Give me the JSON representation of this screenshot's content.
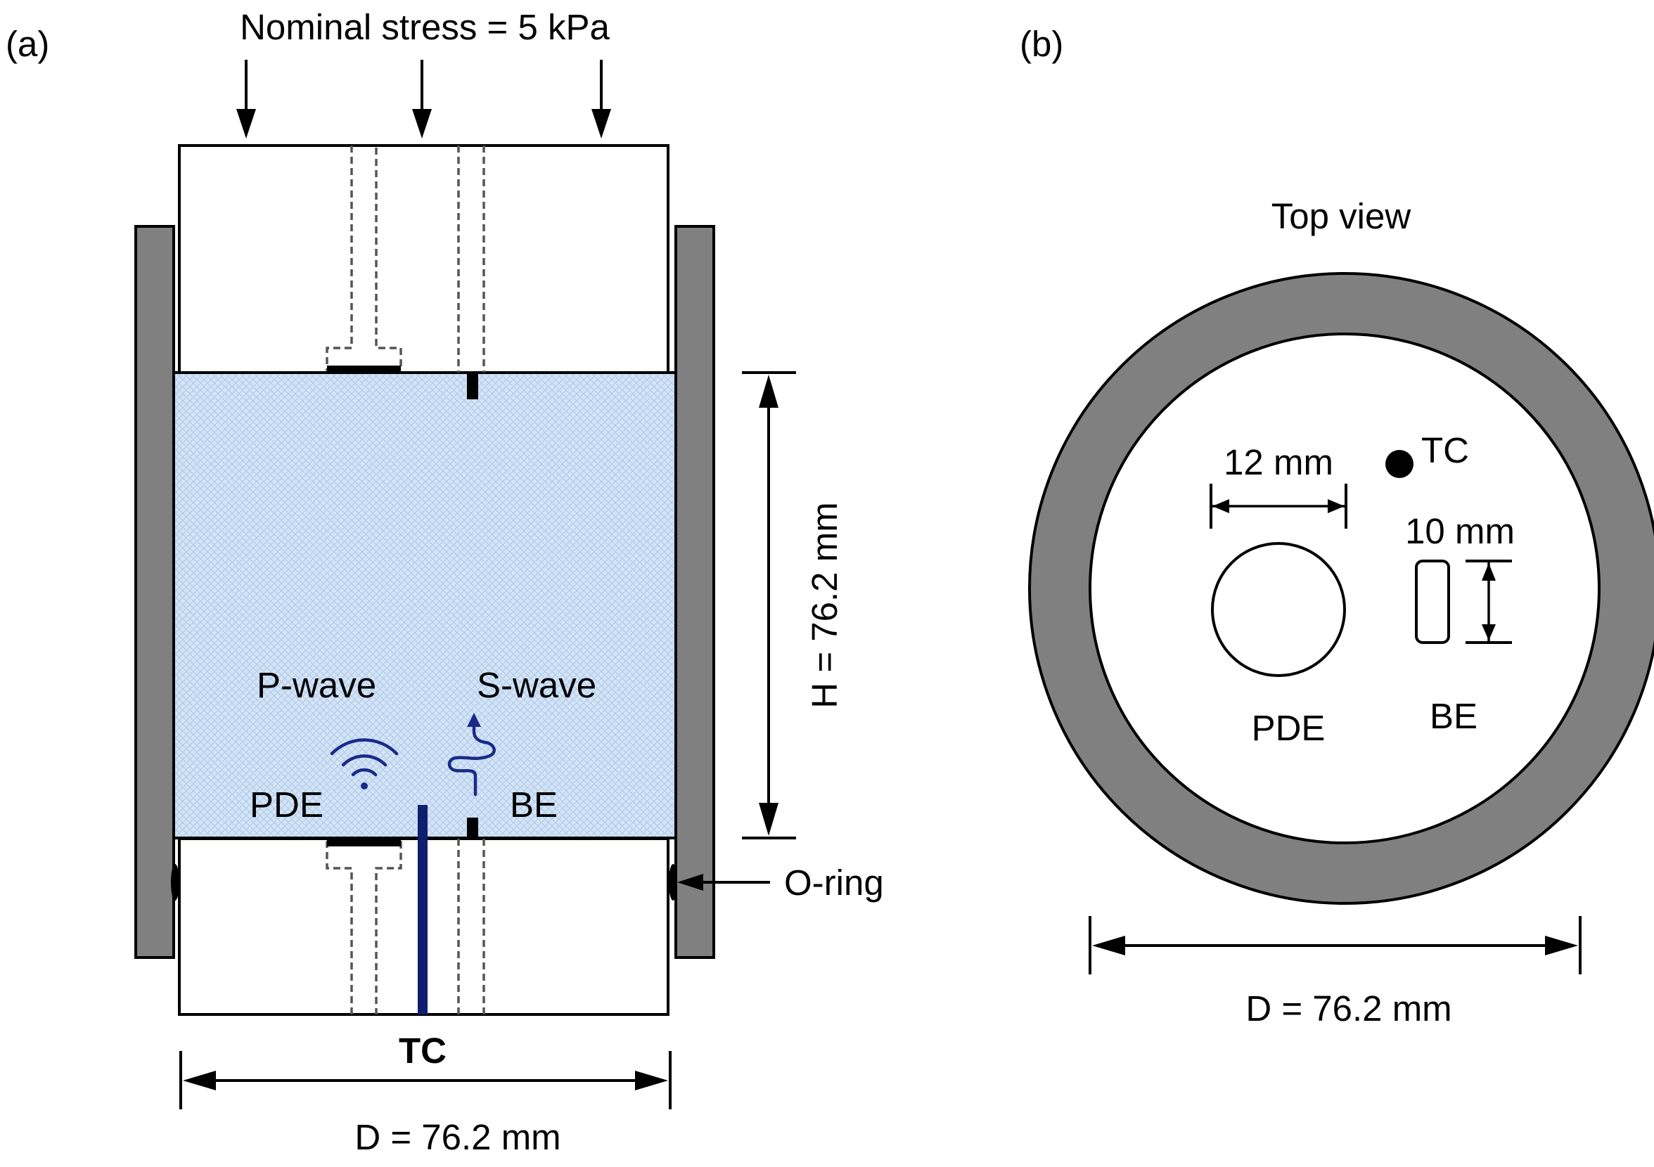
{
  "panel_a": {
    "panel_label": "(a)",
    "nominal_stress": "Nominal stress = 5 kPa",
    "height_dim": "H = 76.2 mm",
    "p_wave": "P-wave",
    "s_wave": "S-wave",
    "pde": "PDE",
    "be": "BE",
    "oring": "O-ring",
    "tc": "TC",
    "diameter_dim": "D = 76.2 mm"
  },
  "panel_b": {
    "panel_label": "(b)",
    "title": "Top view",
    "tc": "TC",
    "pde_size": "12 mm",
    "be_size": "10 mm",
    "pde": "PDE",
    "be": "BE",
    "diameter_dim": "D = 76.2 mm"
  },
  "colors": {
    "ring_gray": "#808080",
    "soil_fill": "#d2e3f5",
    "thermocouple": "#0d1f6e",
    "wave_line": "#1a2a8a"
  }
}
